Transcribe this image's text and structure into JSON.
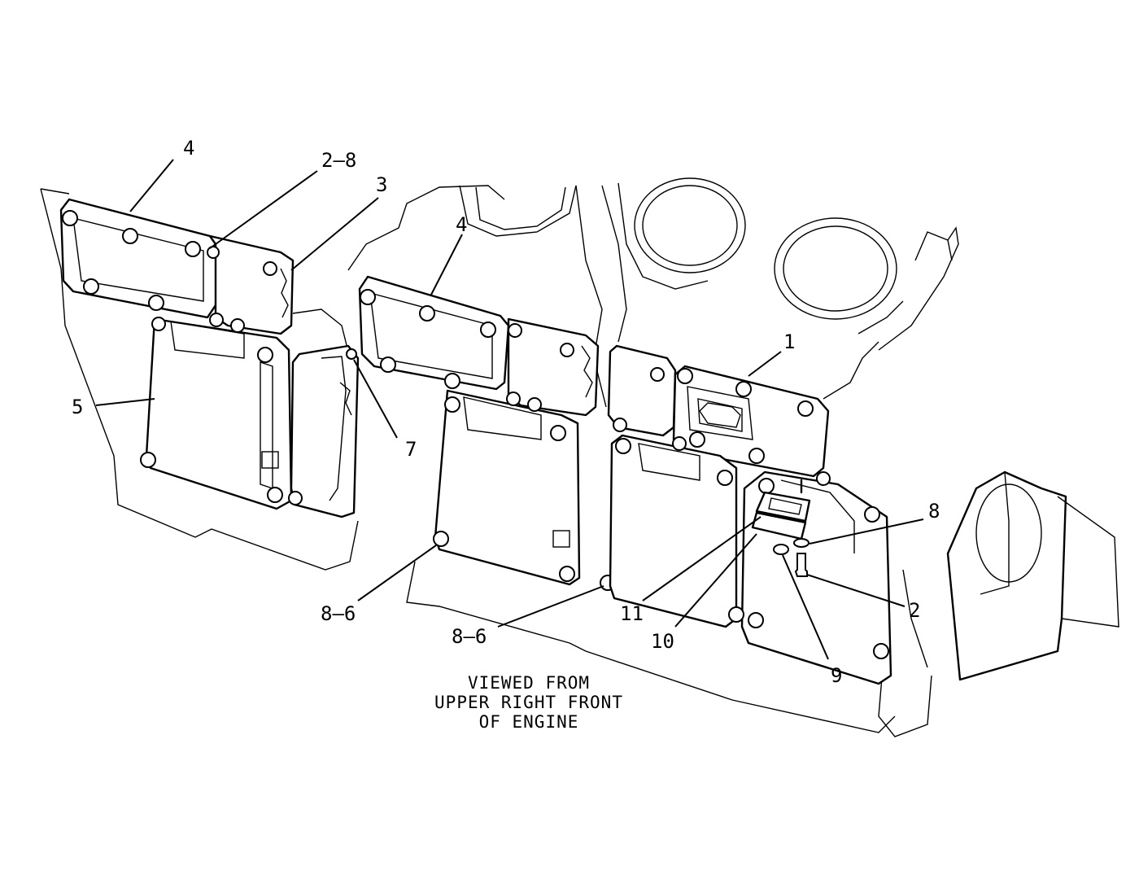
{
  "callouts": {
    "c4_left": "4",
    "c2_8": "2–8",
    "c3": "3",
    "c4_mid": "4",
    "c5": "5",
    "c7": "7",
    "c1": "1",
    "c8": "8",
    "c2": "2",
    "c8_6_left": "8–6",
    "c8_6_mid": "8–6",
    "c11": "11",
    "c10": "10",
    "c9": "9"
  },
  "caption": {
    "line1": "VIEWED FROM",
    "line2": "UPPER RIGHT FRONT",
    "line3": "OF ENGINE"
  }
}
